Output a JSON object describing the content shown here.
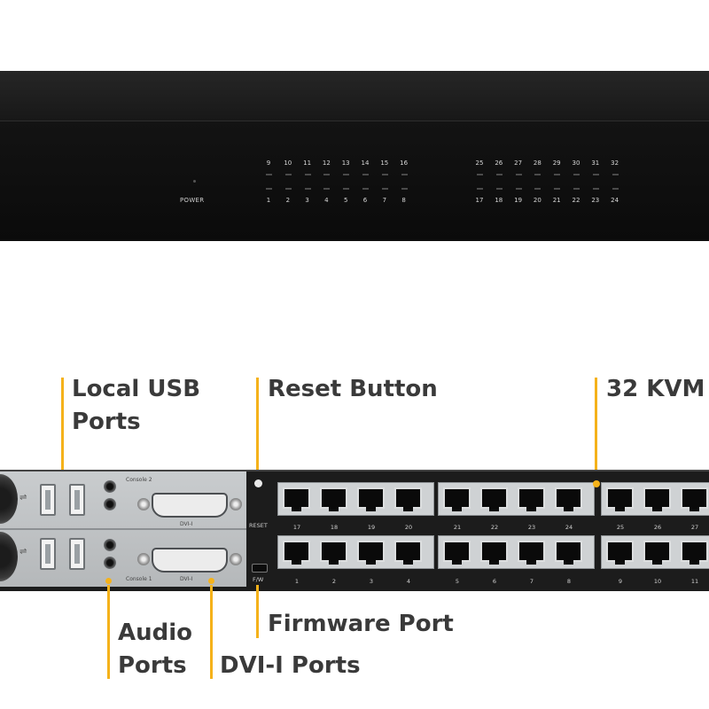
{
  "front_panel": {
    "power_label": "POWER",
    "top_row_left": [
      "9",
      "10",
      "11",
      "12",
      "13",
      "14",
      "15",
      "16"
    ],
    "bottom_row_left": [
      "1",
      "2",
      "3",
      "4",
      "5",
      "6",
      "7",
      "8"
    ],
    "top_row_right": [
      "25",
      "26",
      "27",
      "28",
      "29",
      "30",
      "31",
      "32"
    ],
    "bottom_row_right": [
      "17",
      "18",
      "19",
      "20",
      "21",
      "22",
      "23",
      "24"
    ]
  },
  "callouts": {
    "local_usb_line1": "Local USB",
    "local_usb_line2": "Ports",
    "reset_button": "Reset Button",
    "kvm_32": "32 KVM",
    "audio_line1": "Audio",
    "audio_line2": "Ports",
    "dvi": "DVI-I Ports",
    "firmware": "Firmware Port"
  },
  "rear_panel": {
    "console2_label": "Console 2",
    "console1_label": "Console 1",
    "dvi_label": "DVI-I",
    "reset_label": "RESET",
    "fw_label": "F/W",
    "top_port_numbers": [
      "17",
      "18",
      "19",
      "20",
      "21",
      "22",
      "23",
      "24",
      "25",
      "26",
      "27"
    ],
    "bottom_port_numbers": [
      "1",
      "2",
      "3",
      "4",
      "5",
      "6",
      "7",
      "8",
      "9",
      "10",
      "11"
    ]
  },
  "colors": {
    "accent": "#f5b21a",
    "callout_text": "#3a3a3a",
    "chassis": "#1c1c1c",
    "silver_plate": "#c0c3c5"
  }
}
